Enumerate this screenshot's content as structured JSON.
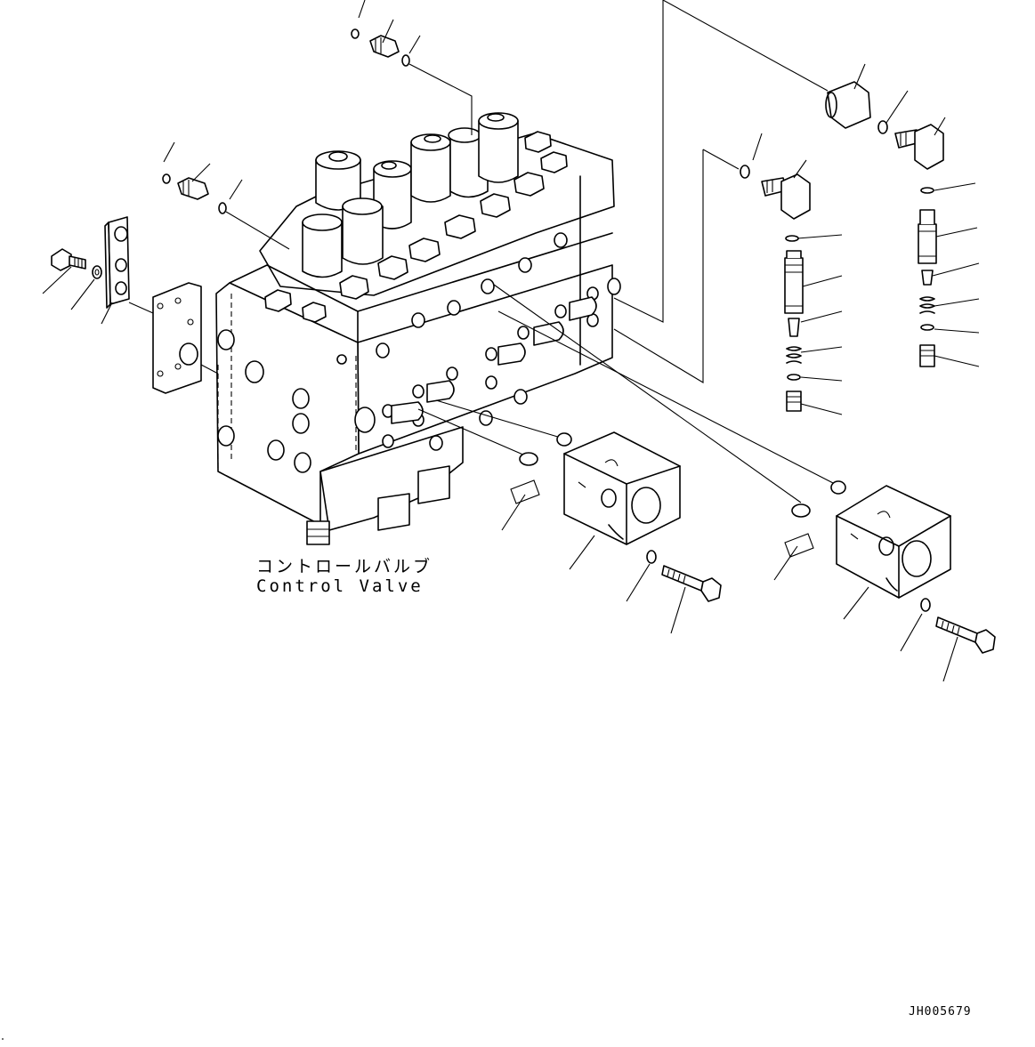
{
  "assembly": {
    "label_jp": "コントロールバルブ",
    "label_en": "Control Valve"
  },
  "drawing_number": "JH005679"
}
